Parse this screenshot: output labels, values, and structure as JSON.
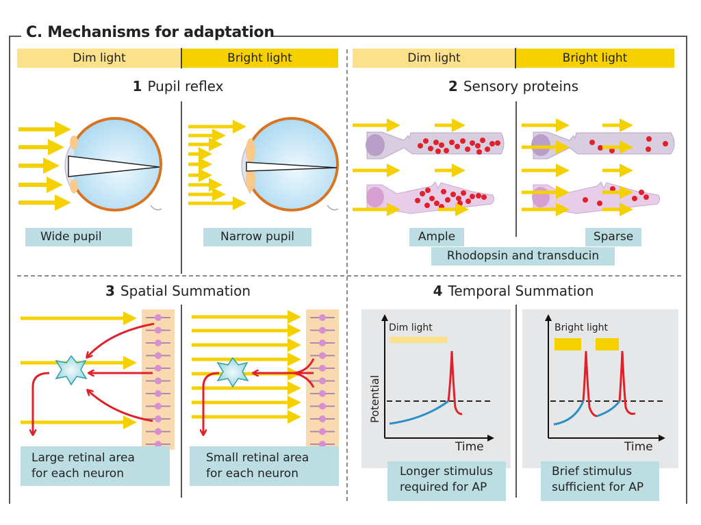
{
  "title": "C.  Mechanisms for adaptation",
  "bands": {
    "left": {
      "dim": "Dim light",
      "bright": "Bright light"
    },
    "right": {
      "dim": "Dim light",
      "bright": "Bright light"
    }
  },
  "sections": [
    {
      "number": "1",
      "title": "Pupil reflex",
      "labels": [
        "Wide pupil",
        "Narrow pupil"
      ]
    },
    {
      "number": "2",
      "title": "Sensory proteins",
      "labels": [
        "Ample",
        "Sparse"
      ],
      "caption": "Rhodopsin and transducin"
    },
    {
      "number": "3",
      "title": "Spatial Summation",
      "labels": [
        "Large retinal area\nfor each neuron",
        "Small retinal area\nfor each neuron"
      ],
      "label_lines": [
        [
          "Large retinal area",
          "for each neuron"
        ],
        [
          "Small retinal area",
          "for each neuron"
        ]
      ]
    },
    {
      "number": "4",
      "title": "Temporal Summation",
      "label_lines": [
        [
          "Longer stimulus",
          "required for AP"
        ],
        [
          "Brief stimulus",
          "sufficient for AP"
        ]
      ]
    }
  ],
  "temporal_graphs": [
    {
      "stimulus_label": "Dim light",
      "y_axis": "Potential",
      "x_axis": "Time",
      "stimulus_type": "long",
      "action_potentials": 1
    },
    {
      "stimulus_label": "Bright light",
      "x_axis": "Time",
      "stimulus_type": "brief",
      "action_potentials": 2
    }
  ],
  "colors": {
    "dim_light": "#fbe18a",
    "bright_light": "#f7d000",
    "arrow_yellow": "#f5d000",
    "label_bg": "#bcdde2",
    "neural_red": "#e0202a",
    "potential_blue": "#2a8fc4",
    "eye_orange": "#d9731f",
    "eye_blue": "#bfe3f5",
    "cell_lilac": "#dcc3df",
    "rhodopsin_red": "#e0202a",
    "retina_peach": "#f8d9b0",
    "receptor_pink": "#d78fd2",
    "graph_bg": "#e6e7e8"
  }
}
